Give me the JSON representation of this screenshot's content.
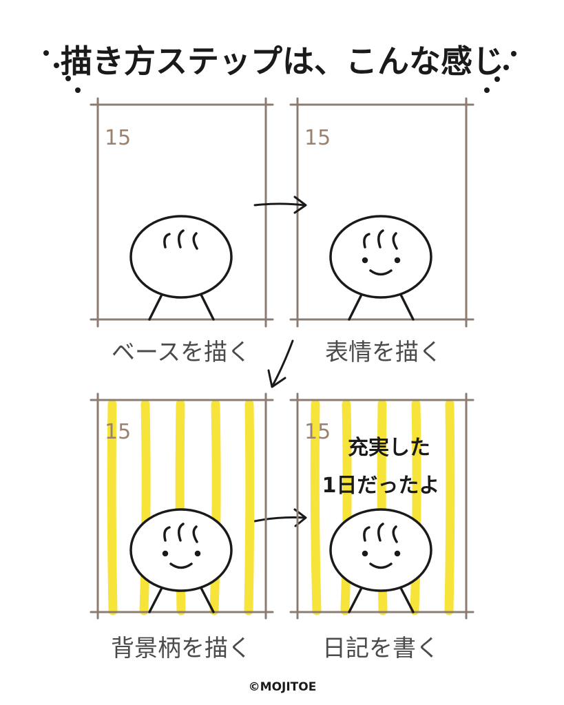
{
  "title": "描き方ステップは、こんな感じ",
  "panels": [
    {
      "date": "15",
      "caption": "ベースを描く"
    },
    {
      "date": "15",
      "caption": "表情を描く"
    },
    {
      "date": "15",
      "caption": "背景柄を描く"
    },
    {
      "date": "15",
      "caption": "日記を書く",
      "diary": [
        "充実した",
        "1日だったよ"
      ]
    }
  ],
  "credit": "©MOJITOE",
  "colors": {
    "frame": "#8b7b71",
    "stripe": "#f7e43a",
    "ink": "#1a1a1a",
    "date": "#9a8170",
    "caption": "#4a4a4a"
  }
}
